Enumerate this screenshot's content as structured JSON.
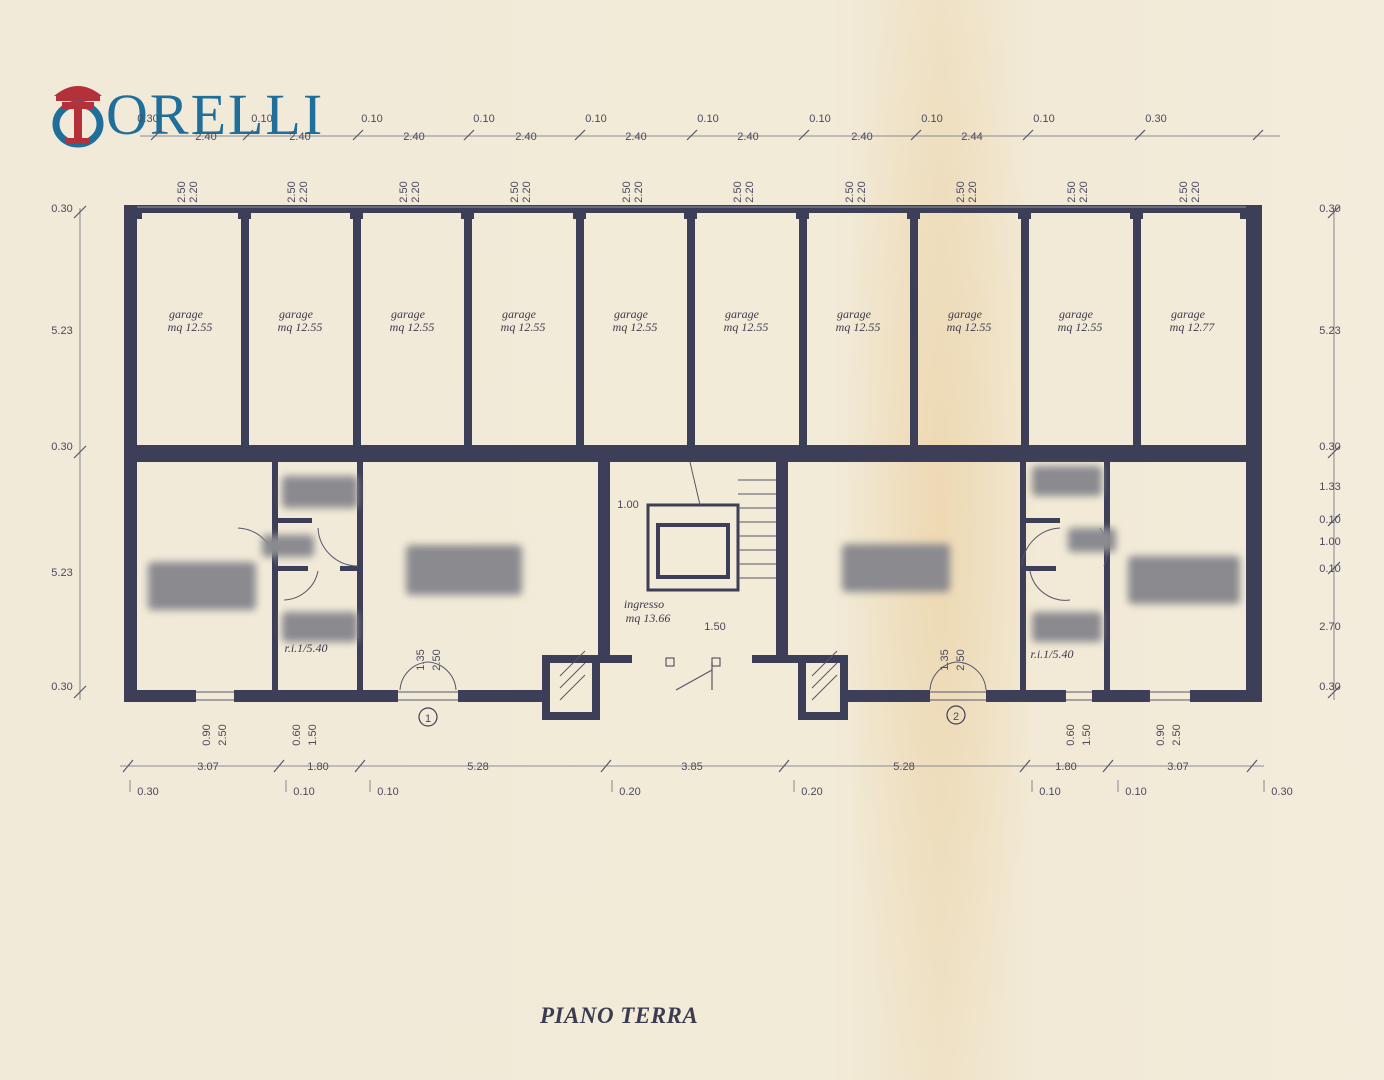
{
  "brand": {
    "logo_text": "ORELLI",
    "logo_initial": "T",
    "color": "#1f6f9a",
    "accent": "#b4313a"
  },
  "title": "PIANO TERRA",
  "top_dims": [
    "0.30",
    "0.10",
    "2.40",
    "0.10",
    "2.40",
    "0.10",
    "2.40",
    "0.10",
    "2.40",
    "0.10",
    "2.40",
    "0.10",
    "2.40",
    "0.10",
    "2.40",
    "0.10",
    "2.44",
    "0.30"
  ],
  "garage_heights": [
    "2.50",
    "2.20"
  ],
  "side_dims_left": [
    "0.30",
    "5.23",
    "0.30",
    "5.23",
    "0.30"
  ],
  "side_dims_right": [
    "0.30",
    "5.23",
    "0.30",
    "1.33",
    "0.10",
    "1.00",
    "0.10",
    "2.70",
    "0.30"
  ],
  "garages": [
    {
      "label": "garage",
      "area": "mq 12.55"
    },
    {
      "label": "garage",
      "area": "mq 12.55"
    },
    {
      "label": "garage",
      "area": "mq 12.55"
    },
    {
      "label": "garage",
      "area": "mq 12.55"
    },
    {
      "label": "garage",
      "area": "mq 12.55"
    },
    {
      "label": "garage",
      "area": "mq 12.55"
    },
    {
      "label": "garage",
      "area": "mq 12.55"
    },
    {
      "label": "garage",
      "area": "mq 12.55"
    },
    {
      "label": "garage",
      "area": "mq 12.55"
    },
    {
      "label": "garage",
      "area": "mq 12.77"
    }
  ],
  "entrance": {
    "label": "ingresso",
    "area": "mq 13.66",
    "dim_top": "1.00",
    "dim_bottom": "1.50"
  },
  "ri_labels": [
    "r.i.1/5.40",
    "r.i.1/5.40"
  ],
  "window_marks": [
    {
      "a": "0.90",
      "b": "2.50"
    },
    {
      "a": "0.60",
      "b": "1.50"
    },
    {
      "a": "1.35",
      "b": "2.50"
    },
    {
      "a": "1.35",
      "b": "2.50"
    },
    {
      "a": "0.60",
      "b": "1.50"
    },
    {
      "a": "0.90",
      "b": "2.50"
    }
  ],
  "unit_markers": [
    "1",
    "2"
  ],
  "bottom_dims": [
    "3.07",
    "1.80",
    "5.28",
    "3.85",
    "5.28",
    "1.80",
    "3.07"
  ],
  "bottom_sub_dims": [
    "0.30",
    "0.10",
    "0.10",
    "0.20",
    "0.20",
    "0.10",
    "0.10",
    "0.30"
  ]
}
